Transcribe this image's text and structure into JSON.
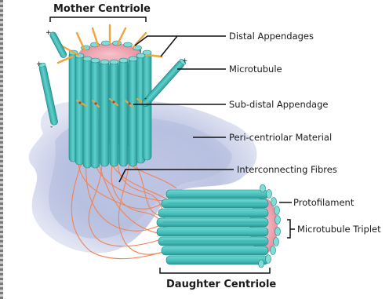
{
  "title_top": "Mother Centriole",
  "title_bottom": "Daughter Centriole",
  "labels": {
    "distal_appendages": "Distal Appendages",
    "microtubule": "Microtubule",
    "sub_distal_appendage": "Sub-distal Appendage",
    "pericentriolar_material": "Peri-centriolar Material",
    "interconnecting_fibres": "Interconnecting Fibres",
    "protofilament": "Protofilament",
    "microtubule_triplet": "Microtubule Triplet"
  },
  "signs": {
    "plus": "+",
    "minus": "-"
  },
  "colors": {
    "tube": "#4cc4c0",
    "tube_dark": "#2a9896",
    "tube_light": "#7fdcd6",
    "lumen_pink": "#f2b3bd",
    "appendage_orange": "#f2a33a",
    "fibre_orange": "#ef8356",
    "pcm_purple": "#aab4dc"
  }
}
